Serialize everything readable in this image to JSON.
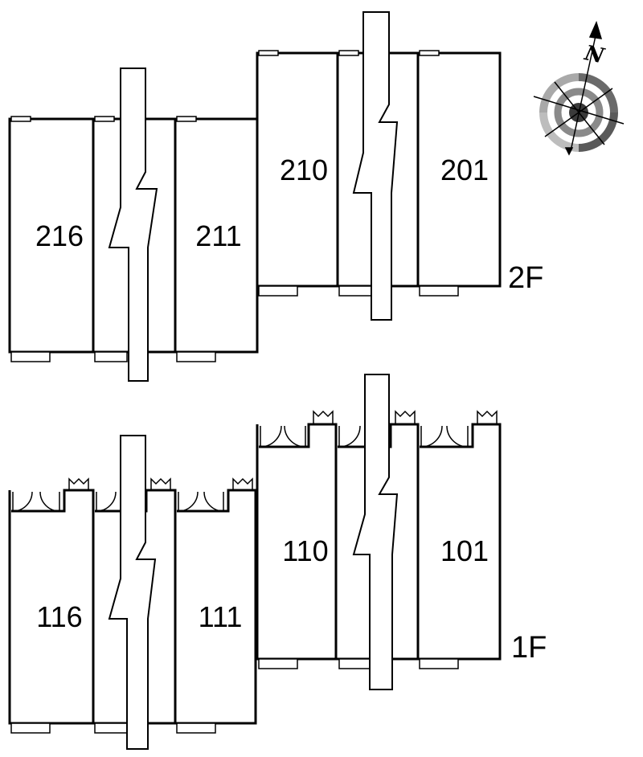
{
  "floors": [
    {
      "label": "2F",
      "units": [
        "216",
        "211",
        "210",
        "201"
      ]
    },
    {
      "label": "1F",
      "units": [
        "116",
        "111",
        "110",
        "101"
      ]
    }
  ],
  "compass": {
    "north_letter": "N",
    "icon": "compass-rose-icon"
  }
}
